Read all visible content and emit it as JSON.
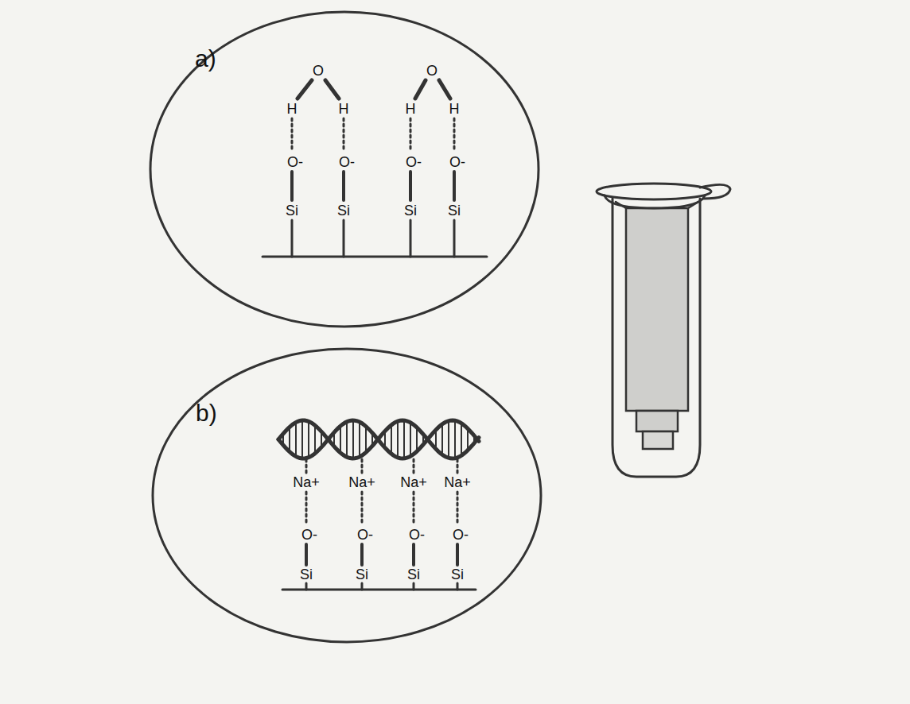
{
  "diagram": {
    "nodes": [
      {
        "text": [
          "a)"
        ]
      },
      {
        "text": [
          "b)"
        ]
      }
    ],
    "labels": [
      "O",
      "O",
      "H",
      "H",
      "H",
      "H",
      "O-",
      "O-",
      "O-",
      "O-",
      "Si",
      "Si",
      "Si",
      "Si",
      "Na+",
      "Na+",
      "Na+",
      "Na+",
      "O-",
      "O-",
      "O-",
      "O-",
      "Si",
      "Si",
      "Si",
      "Si"
    ]
  }
}
